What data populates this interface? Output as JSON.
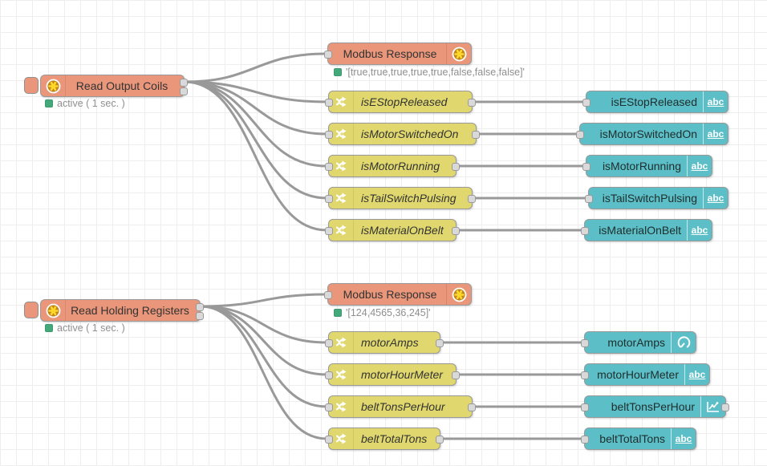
{
  "app": {
    "name": "Node-RED flow editor canvas"
  },
  "colors": {
    "modbus_node": "#e9967a",
    "change_node": "#e0d86e",
    "ui_node": "#5cbfc7",
    "wire": "#999999",
    "status_ok": "#45a87b",
    "grid_line": "#eeeeee"
  },
  "icons": {
    "abc": "abc",
    "modbus": "flower-asterisk",
    "change": "shuffle-arrows",
    "gauge": "gauge",
    "chart": "line-chart"
  },
  "top_flow": {
    "reader": {
      "label": "Read Output Coils",
      "status": "active ( 1 sec. )"
    },
    "response": {
      "label": "Modbus Response",
      "status": "'[true,true,true,true,true,false,false,false]'"
    },
    "change_nodes": [
      {
        "label": "isEStopReleased"
      },
      {
        "label": "isMotorSwitchedOn"
      },
      {
        "label": "isMotorRunning"
      },
      {
        "label": "isTailSwitchPulsing"
      },
      {
        "label": "isMaterialOnBelt"
      }
    ],
    "text_nodes": [
      {
        "label": "isEStopReleased",
        "icon": "abc"
      },
      {
        "label": "isMotorSwitchedOn",
        "icon": "abc"
      },
      {
        "label": "isMotorRunning",
        "icon": "abc"
      },
      {
        "label": "isTailSwitchPulsing",
        "icon": "abc"
      },
      {
        "label": "isMaterialOnBelt",
        "icon": "abc"
      }
    ]
  },
  "bottom_flow": {
    "reader": {
      "label": "Read Holding Registers",
      "status": "active ( 1 sec. )"
    },
    "response": {
      "label": "Modbus Response",
      "status": "'[124,4565,36,245]'"
    },
    "change_nodes": [
      {
        "label": "motorAmps"
      },
      {
        "label": "motorHourMeter"
      },
      {
        "label": "beltTonsPerHour"
      },
      {
        "label": "beltTotalTons"
      }
    ],
    "text_nodes": [
      {
        "label": "motorAmps",
        "icon": "gauge"
      },
      {
        "label": "motorHourMeter",
        "icon": "abc"
      },
      {
        "label": "beltTonsPerHour",
        "icon": "chart"
      },
      {
        "label": "beltTotalTons",
        "icon": "abc"
      }
    ]
  }
}
